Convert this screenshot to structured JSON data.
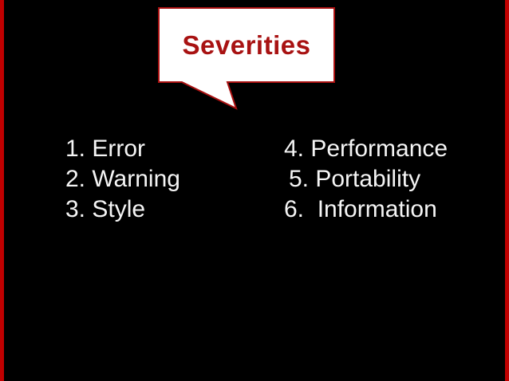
{
  "slide": {
    "title": "Severities",
    "columns": {
      "left": [
        "1. Error",
        "2. Warning",
        "3. Style"
      ],
      "right": [
        "4. Performance",
        "5. Portability",
        "6.  Information"
      ]
    }
  },
  "colors": {
    "background": "#000000",
    "edge_bar": "#c00000",
    "bubble_fill": "#ffffff",
    "bubble_border": "#aa1111",
    "title_text": "#a81212",
    "list_text": "#f5f5f5"
  }
}
